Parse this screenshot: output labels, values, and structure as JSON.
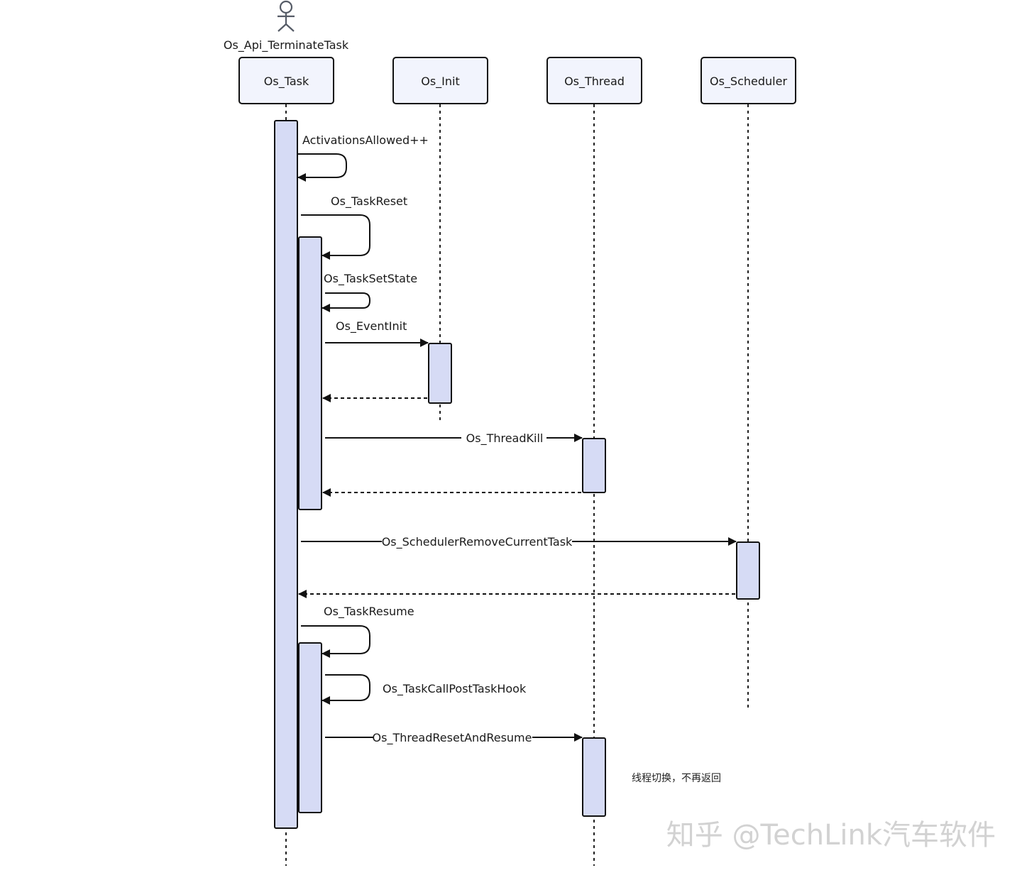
{
  "actor": {
    "label": "Os_Api_TerminateTask",
    "icon": "stick-figure-icon"
  },
  "participants": [
    {
      "id": "os_task",
      "label": "Os_Task"
    },
    {
      "id": "os_init",
      "label": "Os_Init"
    },
    {
      "id": "os_thread",
      "label": "Os_Thread"
    },
    {
      "id": "os_scheduler",
      "label": "Os_Scheduler"
    }
  ],
  "messages": [
    {
      "id": "m1",
      "label": "ActivationsAllowed++",
      "from": "os_task",
      "to": "os_task",
      "kind": "self-call"
    },
    {
      "id": "m2",
      "label": "Os_TaskReset",
      "from": "os_task",
      "to": "os_task",
      "kind": "self-call"
    },
    {
      "id": "m3",
      "label": "Os_TaskSetState",
      "from": "os_task",
      "to": "os_task",
      "kind": "self-call"
    },
    {
      "id": "m4",
      "label": "Os_EventInit",
      "from": "os_task",
      "to": "os_init",
      "kind": "call"
    },
    {
      "id": "m5",
      "label": "",
      "from": "os_init",
      "to": "os_task",
      "kind": "return"
    },
    {
      "id": "m6",
      "label": "Os_ThreadKill",
      "from": "os_task",
      "to": "os_thread",
      "kind": "call"
    },
    {
      "id": "m7",
      "label": "",
      "from": "os_thread",
      "to": "os_task",
      "kind": "return"
    },
    {
      "id": "m8",
      "label": "Os_SchedulerRemoveCurrentTask",
      "from": "os_task",
      "to": "os_scheduler",
      "kind": "call"
    },
    {
      "id": "m9",
      "label": "",
      "from": "os_scheduler",
      "to": "os_task",
      "kind": "return"
    },
    {
      "id": "m10",
      "label": "Os_TaskResume",
      "from": "os_task",
      "to": "os_task",
      "kind": "self-call"
    },
    {
      "id": "m11",
      "label": "Os_TaskCallPostTaskHook",
      "from": "os_task",
      "to": "os_task",
      "kind": "self-call"
    },
    {
      "id": "m12",
      "label": "Os_ThreadResetAndResume",
      "from": "os_task",
      "to": "os_thread",
      "kind": "call"
    }
  ],
  "note": "线程切换，不再返回",
  "watermark": "知乎 @TechLink汽车软件"
}
